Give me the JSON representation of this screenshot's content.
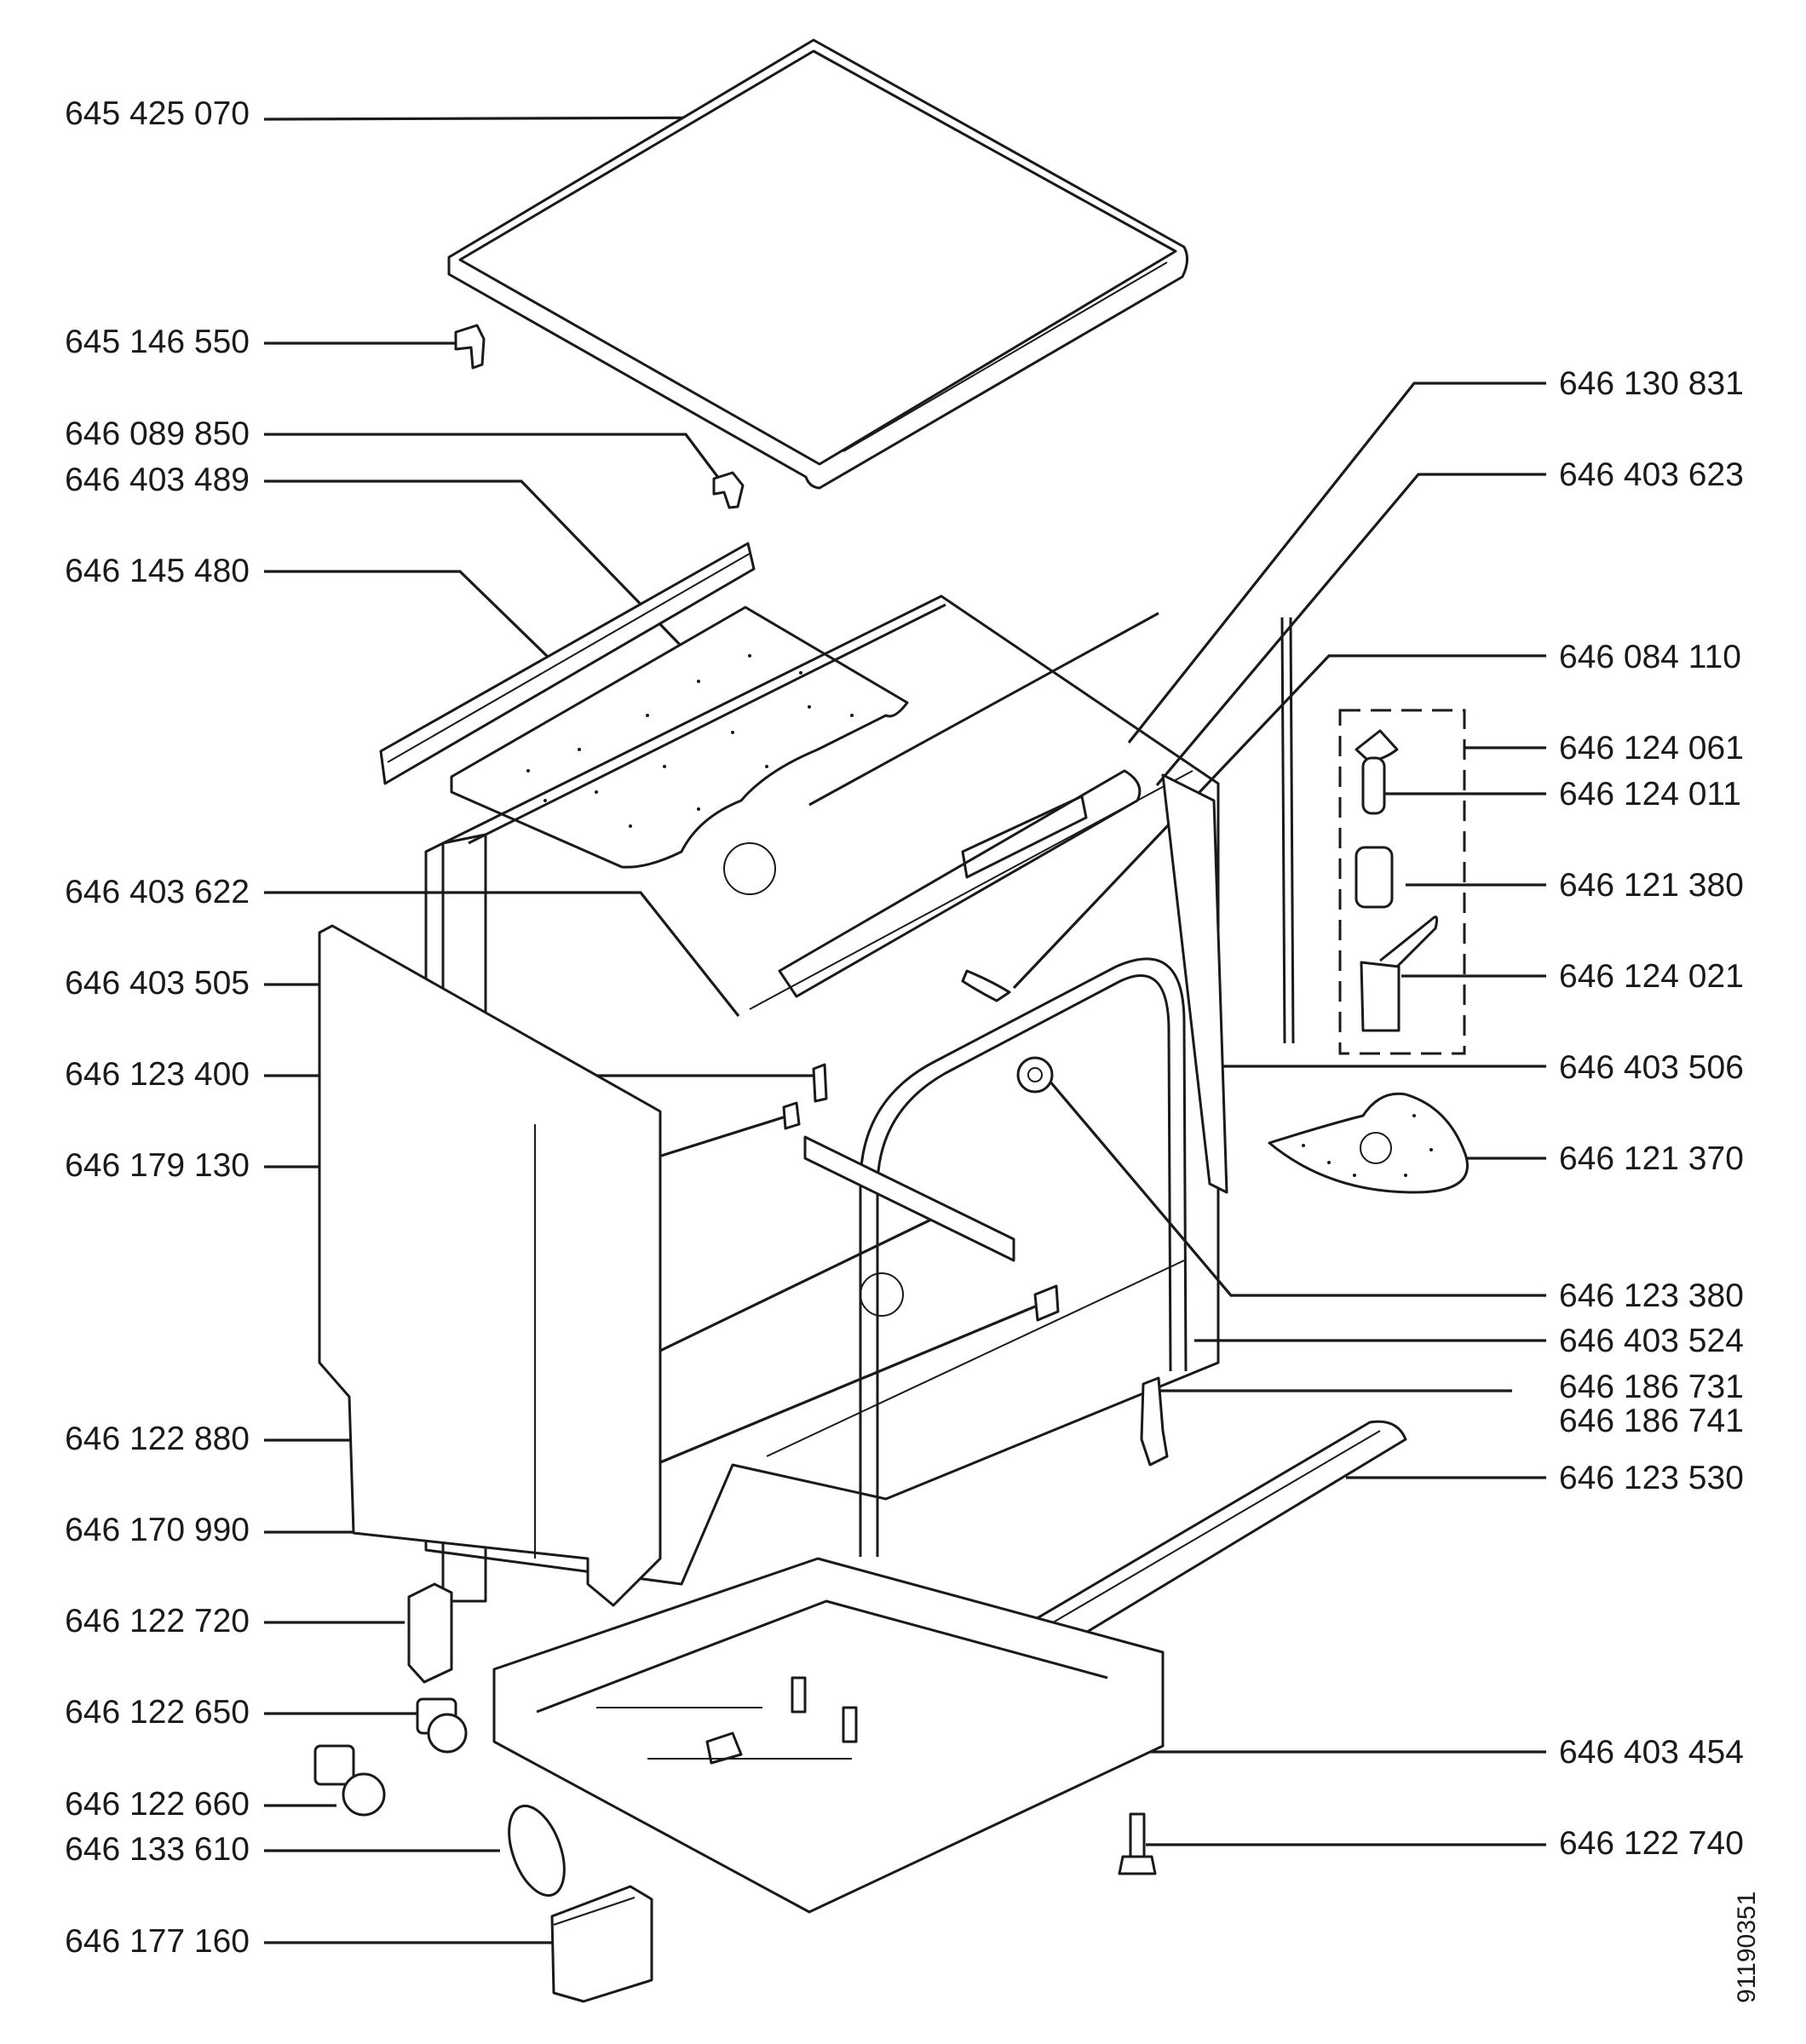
{
  "labels_left": [
    {
      "id": "worktop",
      "text": "645 425 070"
    },
    {
      "id": "clip-a",
      "text": "645 146 550"
    },
    {
      "id": "clip-b",
      "text": "646 089 850"
    },
    {
      "id": "insulation-top",
      "text": "646 403 489"
    },
    {
      "id": "top-rail",
      "text": "646 145 480"
    },
    {
      "id": "seal-corner",
      "text": "646 403 622"
    },
    {
      "id": "side-panel",
      "text": "646 403 505"
    },
    {
      "id": "bracket-a",
      "text": "646 123 400"
    },
    {
      "id": "bracket-b",
      "text": "646 179 130"
    },
    {
      "id": "cross-rail",
      "text": "646 122 880"
    },
    {
      "id": "support",
      "text": "646 170 990"
    },
    {
      "id": "foot-bracket",
      "text": "646 122 720"
    },
    {
      "id": "valve",
      "text": "646 122 650"
    },
    {
      "id": "valve-b",
      "text": "646 122 660"
    },
    {
      "id": "gasket",
      "text": "646 133 610"
    },
    {
      "id": "cover-box",
      "text": "646 177 160"
    }
  ],
  "labels_right": [
    {
      "id": "strip-a",
      "text": "646 130 831"
    },
    {
      "id": "strip-b",
      "text": "646 403 623"
    },
    {
      "id": "hose-clip",
      "text": "646 084 110"
    },
    {
      "id": "filter-cap",
      "text": "646 124 061"
    },
    {
      "id": "filter-tube",
      "text": "646 124 011"
    },
    {
      "id": "filter-cup",
      "text": "646 121 380"
    },
    {
      "id": "filter-handle",
      "text": "646 124 021"
    },
    {
      "id": "rear-rod",
      "text": "646 403 506"
    },
    {
      "id": "sump-filter",
      "text": "646 121 370"
    },
    {
      "id": "nozzle",
      "text": "646 123 380"
    },
    {
      "id": "door-seal",
      "text": "646 403 524"
    },
    {
      "id": "hinge-a",
      "text": "646 186 731"
    },
    {
      "id": "hinge-b",
      "text": "646 186 741"
    },
    {
      "id": "side-rail",
      "text": "646 123 530"
    },
    {
      "id": "base",
      "text": "646 403 454"
    },
    {
      "id": "foot-screw",
      "text": "646 122 740"
    }
  ],
  "document_number": "91190351",
  "colors": {
    "ink": "#1a1a1a",
    "paper": "#ffffff"
  }
}
